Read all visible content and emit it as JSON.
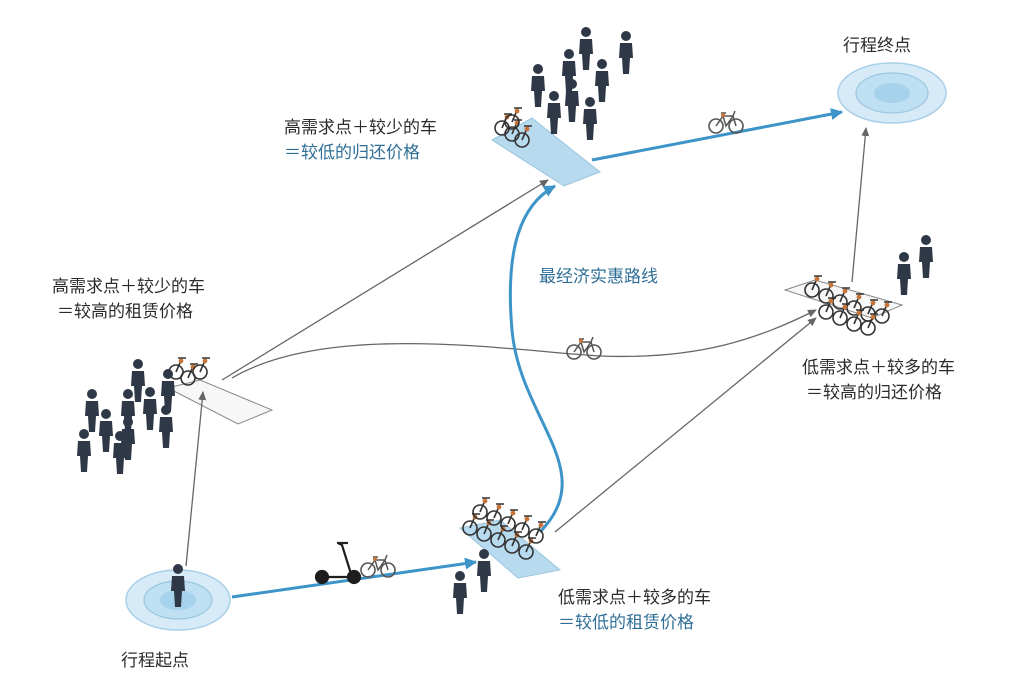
{
  "colors": {
    "route": "#3d94c9",
    "route_text": "#2f6f97",
    "arrow": "#666666",
    "person": "#2e3846",
    "dock": "#b8daee",
    "target": "#d6ebf7"
  },
  "labels": {
    "start": "行程起点",
    "end": "行程终点",
    "route": "最经济实惠路线",
    "top_station_line1": "高需求点＋较少的车",
    "top_station_line2": "＝较低的归还价格",
    "left_station_line1": "高需求点＋较少的车",
    "left_station_line2": "＝较高的租赁价格",
    "right_station_line1": "低需求点＋较多的车",
    "right_station_line2": "＝较高的归还价格",
    "bottom_station_line1": "低需求点＋较多的车",
    "bottom_station_line2": "＝较低的租赁价格"
  },
  "icons": [
    "person-icon",
    "bicycle-icon",
    "scooter-icon",
    "docking-station-icon",
    "location-target-icon"
  ]
}
